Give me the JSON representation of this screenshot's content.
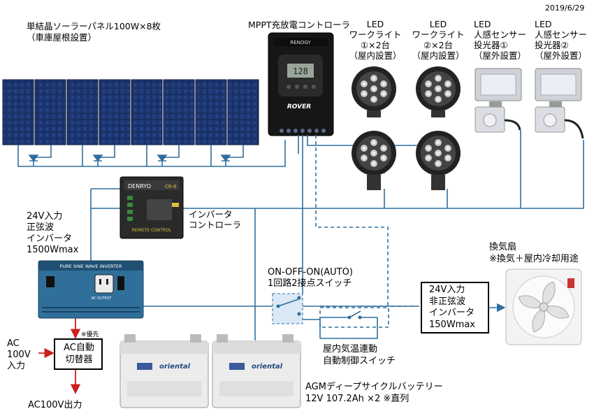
{
  "date": "2019/6/29",
  "solar": {
    "title": "単結晶ソーラーパネル100W×8枚",
    "subtitle": "（車庫屋根設置）",
    "panel_count": 8
  },
  "controller": {
    "title": "MPPT充放電コントローラ",
    "brand": "RENOGY",
    "model": "ROVER",
    "display": "128"
  },
  "lights": [
    {
      "lines": [
        "LED",
        "ワークライト",
        "①×2台",
        "（屋内設置）"
      ]
    },
    {
      "lines": [
        "LED",
        "ワークライト",
        "②×2台",
        "（屋内設置）"
      ]
    },
    {
      "lines": [
        "LED",
        "人感センサー",
        "投光器①",
        "（屋外設置）"
      ]
    },
    {
      "lines": [
        "LED",
        "人感センサー",
        "投光器②",
        "（屋外設置）"
      ]
    }
  ],
  "remote": {
    "brand": "DENRYO",
    "model": "CR-6",
    "caption": "REMOTE CONTROL",
    "label_lines": [
      "インバータ",
      "コントローラ"
    ]
  },
  "inverter": {
    "label_lines": [
      "24V入力",
      "正弦波",
      "インバータ",
      "1500Wmax"
    ],
    "panel_text": "PURE SINE WAVE INVERTER",
    "output_text": "AC OUTPUT"
  },
  "switch": {
    "label_lines": [
      "ON-OFF-ON(AUTO)",
      "1回路2接点スイッチ"
    ]
  },
  "auto_switch": {
    "label_lines": [
      "屋内気温連動",
      "自動制御スイッチ"
    ]
  },
  "small_inverter": {
    "label_lines": [
      "24V入力",
      "非正弦波",
      "インバータ",
      "150Wmax"
    ]
  },
  "fan": {
    "label_lines": [
      "換気扇",
      "※換気＋屋内冷却用途"
    ]
  },
  "ac_switch": {
    "label_lines": [
      "AC自動",
      "切替器"
    ],
    "priority": "※優先"
  },
  "ac_input": {
    "label_lines": [
      "AC",
      "100V",
      "入力"
    ]
  },
  "ac_output": {
    "label": "AC100V出力"
  },
  "battery": {
    "brand": "oriental",
    "label_lines": [
      "AGMディープサイクルバッテリー",
      "12V  107.2Ah  ×2  ※直列"
    ]
  },
  "colors": {
    "wire": "#2e6e9e",
    "arrow": "#cc1f1f",
    "panel": "#1a2a5a"
  }
}
